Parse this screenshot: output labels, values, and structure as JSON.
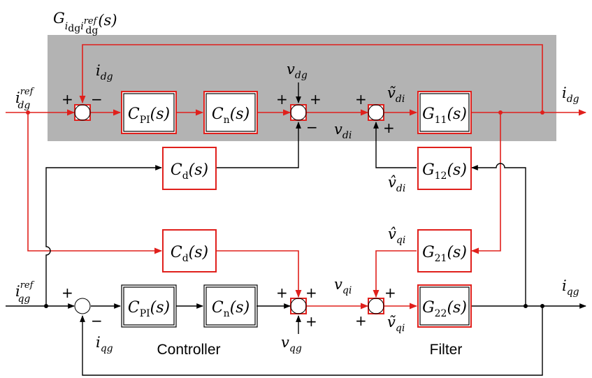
{
  "diagram": {
    "transfer_label": {
      "base": "G",
      "sub1": "i",
      "sub1b": "dg",
      "sub2": "i",
      "sub2sup": "ref",
      "sub2b": "dg",
      "arg": "(s)"
    },
    "blocks": {
      "cpi_top": {
        "base": "C",
        "sub": "PI",
        "arg": "(s)"
      },
      "cn_top": {
        "base": "C",
        "sub": "n",
        "arg": "(s)"
      },
      "g11": {
        "base": "G",
        "sub": "11",
        "arg": "(s)"
      },
      "cd_top": {
        "base": "C",
        "sub": "d",
        "arg": "(s)"
      },
      "g12": {
        "base": "G",
        "sub": "12",
        "arg": "(s)"
      },
      "cd_bot": {
        "base": "C",
        "sub": "d",
        "arg": "(s)"
      },
      "g21": {
        "base": "G",
        "sub": "21",
        "arg": "(s)"
      },
      "cpi_bot": {
        "base": "C",
        "sub": "PI",
        "arg": "(s)"
      },
      "cn_bot": {
        "base": "C",
        "sub": "n",
        "arg": "(s)"
      },
      "g22": {
        "base": "G",
        "sub": "22",
        "arg": "(s)"
      }
    },
    "signals": {
      "i_dg_ref": {
        "base": "i",
        "sup": "ref",
        "sub": "dg"
      },
      "i_qg_ref": {
        "base": "i",
        "sup": "ref",
        "sub": "qg"
      },
      "i_dg_fb": {
        "base": "i",
        "sub": "dg"
      },
      "i_dg_out": {
        "base": "i",
        "sub": "dg"
      },
      "v_dg": {
        "base": "v",
        "sub": "dg"
      },
      "v_di": {
        "base": "v",
        "sub": "di"
      },
      "v_di_tilde": {
        "base": "ṽ",
        "sub": "di"
      },
      "v_di_hat": {
        "base": "v̂",
        "sub": "di"
      },
      "v_qi_hat": {
        "base": "v̂",
        "sub": "qi"
      },
      "v_qi": {
        "base": "v",
        "sub": "qi"
      },
      "v_qi_tilde": {
        "base": "ṽ",
        "sub": "qi"
      },
      "i_qg_out": {
        "base": "i",
        "sub": "qg"
      },
      "i_qg_fb": {
        "base": "i",
        "sub": "qg"
      },
      "v_qg": {
        "base": "v",
        "sub": "qg"
      }
    },
    "signs": {
      "plus": "+",
      "minus": "−"
    },
    "captions": {
      "controller": "Controller",
      "filter": "Filter"
    },
    "colors": {
      "highlight": "#e0201c",
      "shade": "#b3b3b3",
      "normal": "#000000"
    }
  }
}
